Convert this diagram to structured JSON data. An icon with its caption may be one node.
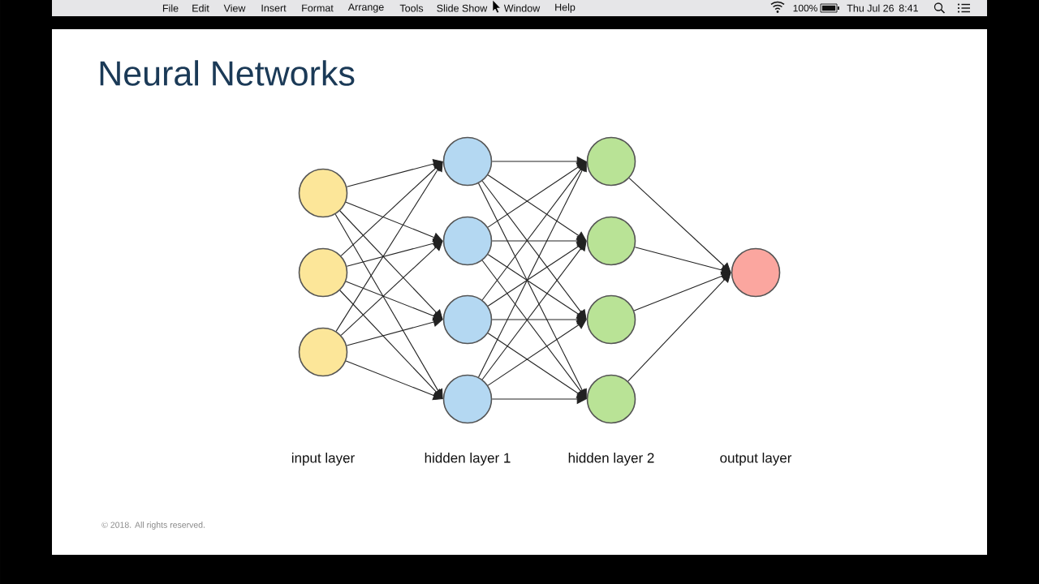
{
  "diagram": {
    "title": "Neural Networks",
    "nodes": [
      {
        "text": [],
        "shape": "circle"
      },
      {
        "text": [],
        "shape": "circle"
      },
      {
        "text": [],
        "shape": "circle"
      },
      {
        "text": [],
        "shape": "circle"
      },
      {
        "text": [],
        "shape": "circle"
      },
      {
        "text": [],
        "shape": "circle"
      },
      {
        "text": [],
        "shape": "circle"
      },
      {
        "text": [],
        "shape": "circle"
      },
      {
        "text": [],
        "shape": "circle"
      },
      {
        "text": [],
        "shape": "circle"
      },
      {
        "text": [],
        "shape": "circle"
      },
      {
        "text": [],
        "shape": "circle"
      }
    ],
    "edges": [
      {
        "from": 0,
        "to": 3,
        "arrow": "to"
      },
      {
        "from": 0,
        "to": 4,
        "arrow": "to"
      },
      {
        "from": 0,
        "to": 5,
        "arrow": "to"
      },
      {
        "from": 0,
        "to": 6,
        "arrow": "to"
      },
      {
        "from": 1,
        "to": 3,
        "arrow": "to"
      },
      {
        "from": 1,
        "to": 4,
        "arrow": "to"
      },
      {
        "from": 1,
        "to": 5,
        "arrow": "to"
      },
      {
        "from": 1,
        "to": 6,
        "arrow": "to"
      },
      {
        "from": 2,
        "to": 3,
        "arrow": "to"
      },
      {
        "from": 2,
        "to": 4,
        "arrow": "to"
      },
      {
        "from": 2,
        "to": 5,
        "arrow": "to"
      },
      {
        "from": 2,
        "to": 6,
        "arrow": "to"
      },
      {
        "from": 3,
        "to": 7,
        "arrow": "to"
      },
      {
        "from": 3,
        "to": 8,
        "arrow": "to"
      },
      {
        "from": 3,
        "to": 9,
        "arrow": "to"
      },
      {
        "from": 3,
        "to": 10,
        "arrow": "to"
      },
      {
        "from": 4,
        "to": 7,
        "arrow": "to"
      },
      {
        "from": 4,
        "to": 8,
        "arrow": "to"
      },
      {
        "from": 4,
        "to": 9,
        "arrow": "to"
      },
      {
        "from": 4,
        "to": 10,
        "arrow": "to"
      },
      {
        "from": 5,
        "to": 7,
        "arrow": "to"
      },
      {
        "from": 5,
        "to": 8,
        "arrow": "to"
      },
      {
        "from": 5,
        "to": 9,
        "arrow": "to"
      },
      {
        "from": 5,
        "to": 10,
        "arrow": "to"
      },
      {
        "from": 6,
        "to": 7,
        "arrow": "to"
      },
      {
        "from": 6,
        "to": 8,
        "arrow": "to"
      },
      {
        "from": 6,
        "to": 9,
        "arrow": "to"
      },
      {
        "from": 6,
        "to": 10,
        "arrow": "to"
      },
      {
        "from": 7,
        "to": 11,
        "arrow": "to"
      },
      {
        "from": 8,
        "to": 11,
        "arrow": "to"
      },
      {
        "from": 9,
        "to": 11,
        "arrow": "to"
      },
      {
        "from": 10,
        "to": 11,
        "arrow": "to"
      }
    ],
    "labels": [
      "File",
      "Edit",
      "View",
      "Insert",
      "Format",
      "Arrange",
      "Tools",
      "Slide Show",
      "Window",
      "Help",
      "100%",
      "Thu Jul 26",
      "8:41",
      "input layer",
      "hidden layer 1",
      "hidden layer 2",
      "output layer",
      "© 2018. All rights reserved."
    ]
  }
}
